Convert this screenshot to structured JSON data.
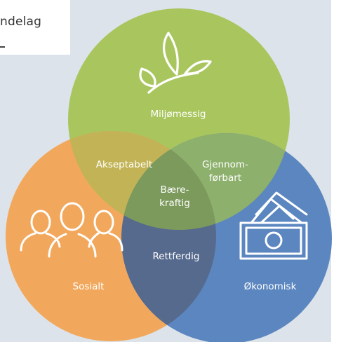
{
  "header_fragment": {
    "line1": "ndelag",
    "line2": "-"
  },
  "venn": {
    "sets": [
      {
        "name": "Miljømessig",
        "color": "#a9c65e",
        "icon": "leaves-icon"
      },
      {
        "name": "Sosialt",
        "color": "#f2a85c",
        "icon": "people-icon"
      },
      {
        "name": "Økonomisk",
        "color": "#5b86bf",
        "icon": "money-icon"
      }
    ],
    "overlaps": {
      "env_social": "Akseptabelt",
      "env_econ_1": "Gjennom-",
      "env_econ_2": "førbart",
      "social_econ": "Rettferdig",
      "center_1": "Bære-",
      "center_2": "kraftig"
    }
  }
}
